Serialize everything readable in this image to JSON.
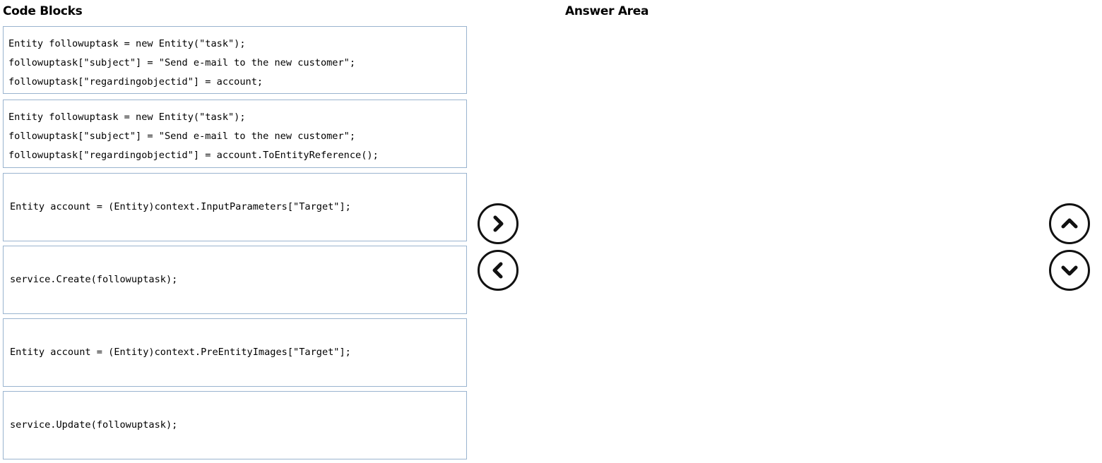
{
  "headings": {
    "code_blocks": "Code Blocks",
    "answer_area": "Answer Area"
  },
  "code_blocks": [
    {
      "lines": [
        "Entity followuptask = new Entity(\"task\");",
        "followuptask[\"subject\"] = \"Send e-mail to the new customer\";",
        "followuptask[\"regardingobjectid\"] = account;"
      ]
    },
    {
      "lines": [
        "Entity followuptask = new Entity(\"task\");",
        "followuptask[\"subject\"] = \"Send e-mail to the new customer\";",
        "followuptask[\"regardingobjectid\"] = account.ToEntityReference();"
      ]
    },
    {
      "lines": [
        "Entity account = (Entity)context.InputParameters[\"Target\"];"
      ]
    },
    {
      "lines": [
        "service.Create(followuptask);"
      ]
    },
    {
      "lines": [
        "Entity account = (Entity)context.PreEntityImages[\"Target\"];"
      ]
    },
    {
      "lines": [
        "service.Update(followuptask);"
      ]
    }
  ],
  "controls": {
    "move_right_icon": "chevron-right-icon",
    "move_left_icon": "chevron-left-icon",
    "move_up_icon": "chevron-up-icon",
    "move_down_icon": "chevron-down-icon"
  },
  "colors": {
    "block_border": "#9ab4cf",
    "button_stroke": "#111111"
  }
}
